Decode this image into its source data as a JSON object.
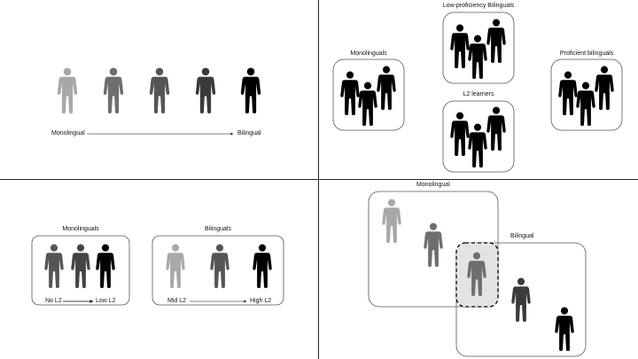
{
  "colors": {
    "light_gray": "#a8a8a8",
    "mid_gray": "#6e6e6e",
    "dark_gray": "#4a4a4a",
    "darker_gray": "#3a3a3a",
    "black": "#000000",
    "overlap_fill": "#e3e3e3",
    "box_border": "#555555"
  },
  "panel1": {
    "left_label": "Monolingual",
    "right_label": "Bilingual"
  },
  "panel2": {
    "top_group_label": "Low-proficiency Bilinguals",
    "left_group_label": "Monolinguals",
    "middle_group_label": "L2 learners",
    "right_group_label": "Proficient bilinguals"
  },
  "panel3": {
    "left_group_label": "Monolinguals",
    "right_group_label": "Bilinguals",
    "left_start": "No L2",
    "left_end": "Low L2",
    "right_start": "Mid L2",
    "right_end": "High L2"
  },
  "panel4": {
    "top_set_label": "Monolingual",
    "bottom_set_label": "Bilingual"
  }
}
